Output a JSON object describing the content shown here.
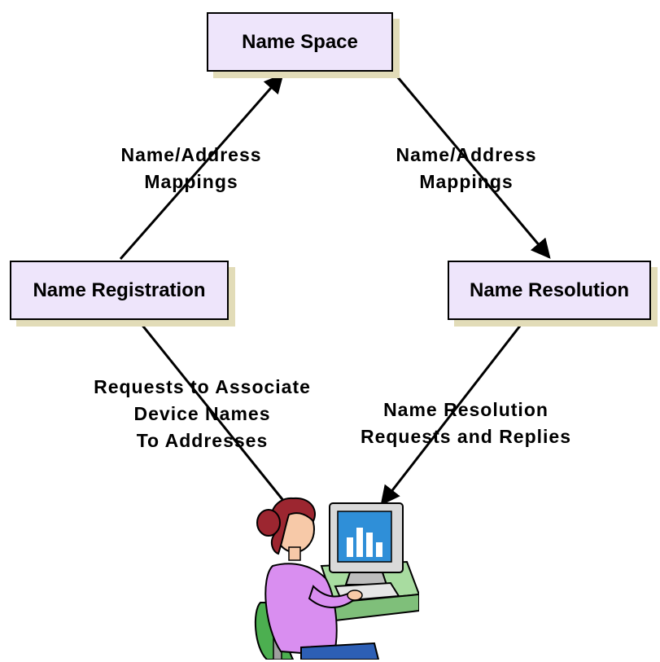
{
  "boxes": {
    "name_space": "Name Space",
    "name_registration": "Name Registration",
    "name_resolution": "Name Resolution"
  },
  "labels": {
    "left_mappings": [
      "Name/Address",
      "Mappings"
    ],
    "right_mappings": [
      "Name/Address",
      "Mappings"
    ],
    "registration_requests": [
      "Requests to Associate",
      "Device Names",
      "To Addresses"
    ],
    "resolution_requests": [
      "Name Resolution",
      "Requests and Replies"
    ]
  },
  "colors": {
    "box_fill": "#eee5fb",
    "box_shadow": "#e2dcb8"
  }
}
